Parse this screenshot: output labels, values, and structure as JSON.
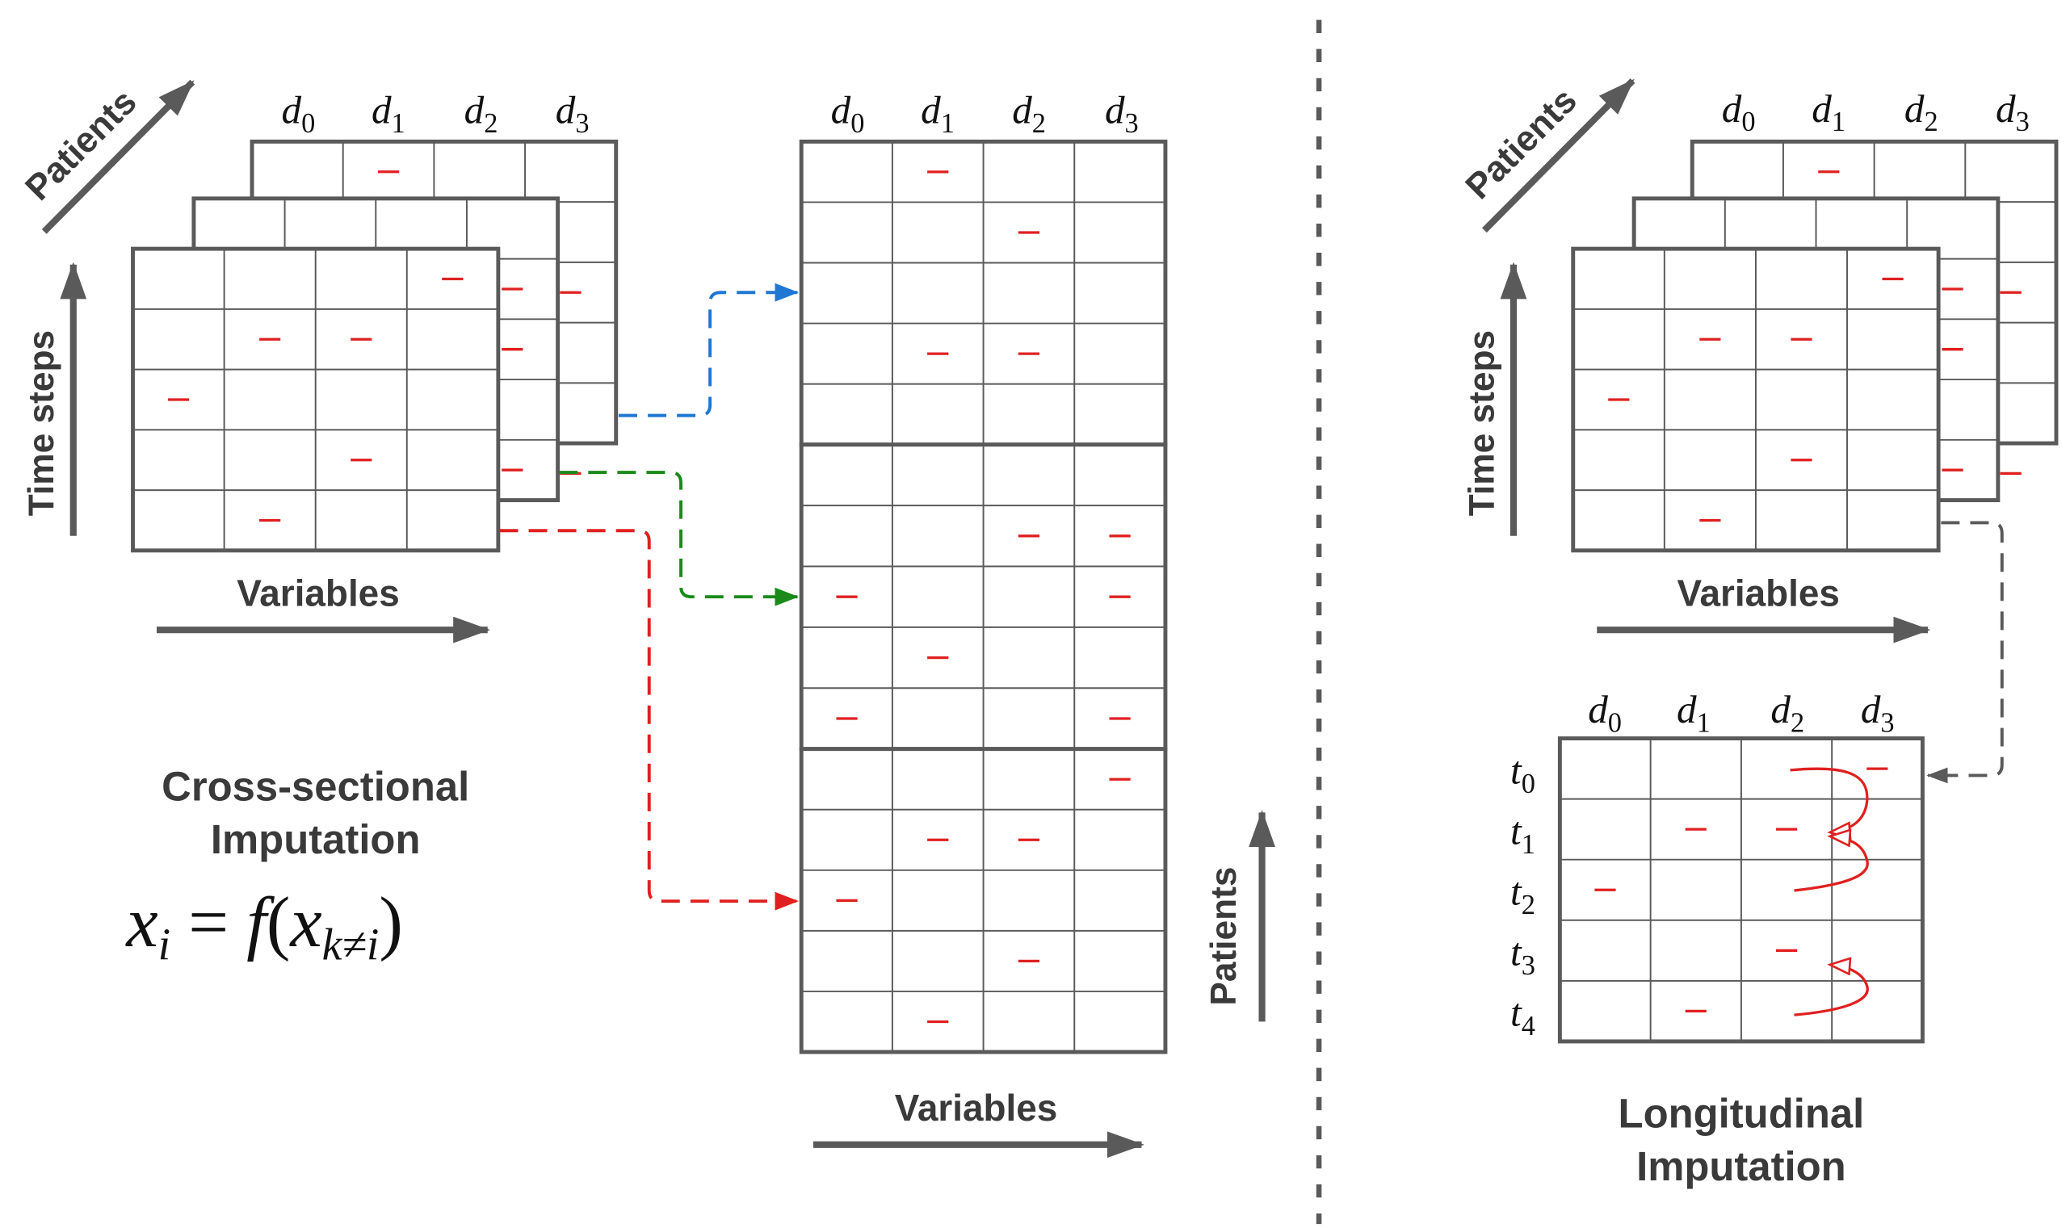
{
  "left_panel": {
    "patients_label": "Patients",
    "time_steps_label": "Time steps",
    "variables_label": "Variables",
    "columns": [
      "d0",
      "d1",
      "d2",
      "d3"
    ],
    "title_line1": "Cross-sectional",
    "title_line2": "Imputation",
    "formula": "x_i = f(x_k≠i)"
  },
  "middle_panel": {
    "columns": [
      "d0",
      "d1",
      "d2",
      "d3"
    ],
    "patients_label": "Patients",
    "variables_label": "Variables"
  },
  "right_panel": {
    "patients_label": "Patients",
    "time_steps_label": "Time steps",
    "variables_label": "Variables",
    "columns": [
      "d0",
      "d1",
      "d2",
      "d3"
    ],
    "rows": [
      "t0",
      "t1",
      "t2",
      "t3",
      "t4"
    ],
    "title_line1": "Longitudinal",
    "title_line2": "Imputation"
  },
  "missing_marker": "–",
  "colors": {
    "grid": "#5a5a5a",
    "missing": "#e02020",
    "arrow_gray": "#5a5a5a",
    "arrow_blue": "#1f77d4",
    "arrow_green": "#1a8a1a",
    "arrow_red": "#e02020"
  }
}
